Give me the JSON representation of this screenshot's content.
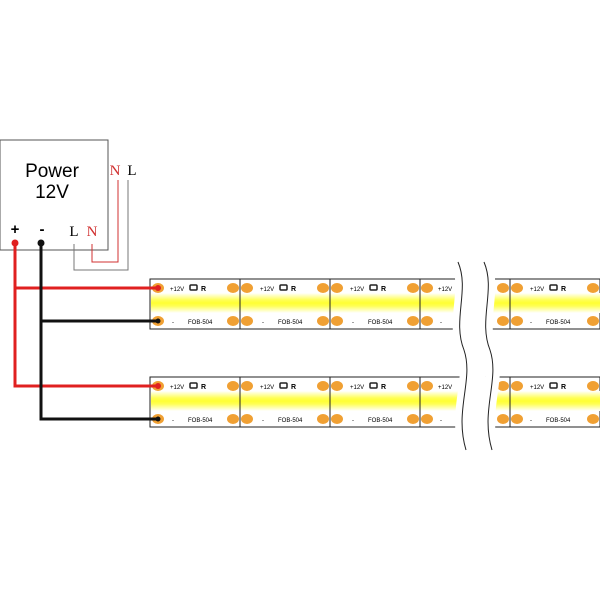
{
  "power_supply": {
    "title_line1": "Power",
    "title_line2": "12V",
    "input_terminals": {
      "n": "N",
      "l": "L"
    },
    "inner_terminals": {
      "l": "L",
      "n": "N"
    },
    "output_terminals": {
      "plus": "+",
      "minus": "-"
    }
  },
  "strip": {
    "plus_label": "+12V",
    "resistor_label": "R",
    "minus_label": "-",
    "model_label": "FOB-504"
  },
  "colors": {
    "positive_wire": "#e02020",
    "negative_wire": "#111111",
    "led_glow": "#ffff33",
    "pad": "#f0a033",
    "neutral_wire": "#d03030"
  }
}
